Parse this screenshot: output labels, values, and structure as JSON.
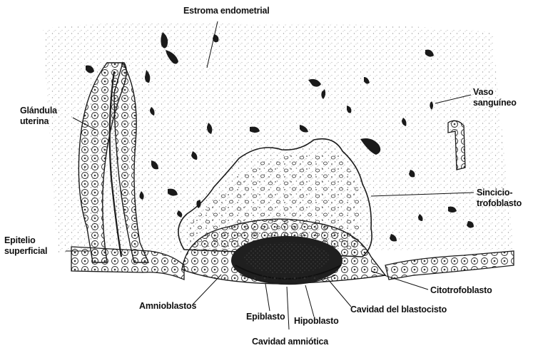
{
  "figure": {
    "labels": {
      "estroma": "Estroma endometrial",
      "vaso_1": "Vaso",
      "vaso_2": "sanguíneo",
      "glandula_1": "Glándula",
      "glandula_2": "uterina",
      "sincicio_1": "Sincicio-",
      "sincicio_2": "trofoblasto",
      "epitelio_1": "Epitelio",
      "epitelio_2": "superficial",
      "citotrofoblasto": "Citotrofoblasto",
      "amnioblastos": "Amnioblastos",
      "epiblasto": "Epiblasto",
      "hipoblasto": "Hipoblasto",
      "cavidad_blastocisto": "Cavidad del blastocisto",
      "cavidad_amniotica": "Cavidad amniótica"
    },
    "colors": {
      "ink": "#111111",
      "stroke": "#1a1a1a",
      "stipple": "#9a9a9a",
      "dark_mass": "#1c1c1c"
    }
  }
}
